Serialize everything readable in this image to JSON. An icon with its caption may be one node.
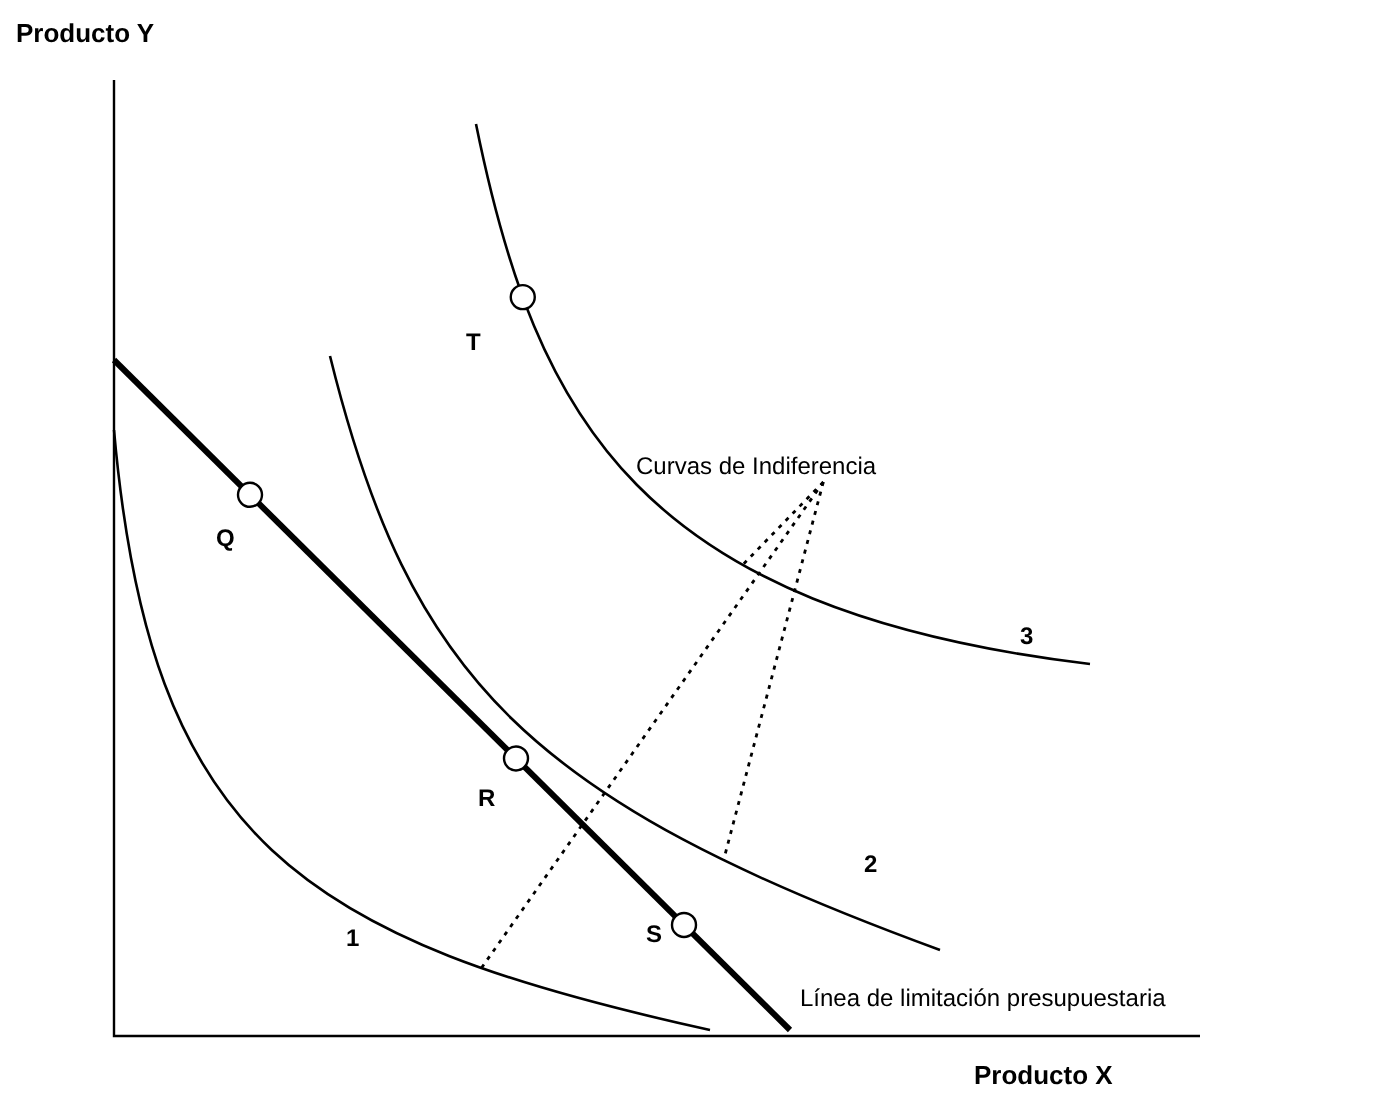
{
  "diagram": {
    "nodes": [
      {
        "text": [
          "Curvas de Indiferencia"
        ]
      },
      {
        "text": [],
        "shape": "curve"
      },
      {
        "text": [],
        "shape": "curve"
      },
      {
        "text": [],
        "shape": "curve"
      }
    ],
    "edges": [
      {
        "from": 0,
        "to": 1,
        "arrow": "none",
        "style": "dashed"
      },
      {
        "from": 0,
        "to": 2,
        "arrow": "none",
        "style": "dashed"
      },
      {
        "from": 0,
        "to": 3,
        "arrow": "none",
        "style": "dashed"
      }
    ],
    "labels": [
      "Producto Y",
      "T",
      "Q",
      "R",
      "S",
      "1",
      "2",
      "3",
      "Línea de limitación presupuestaria",
      "Producto X"
    ]
  }
}
